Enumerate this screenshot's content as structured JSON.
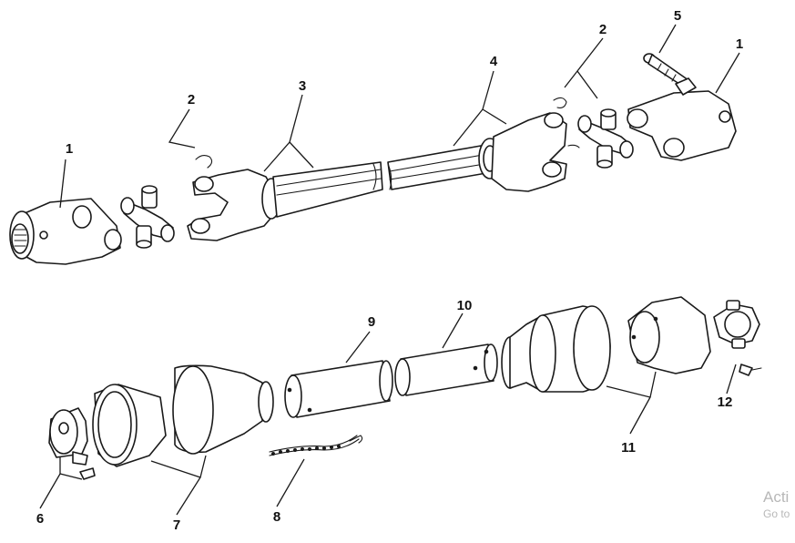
{
  "diagram": {
    "callouts": [
      "1",
      "2",
      "3",
      "4",
      "5",
      "2",
      "1",
      "9",
      "10",
      "12",
      "11",
      "6",
      "7",
      "8"
    ]
  },
  "watermark": {
    "line1": "Acti",
    "line2": "Go to"
  }
}
